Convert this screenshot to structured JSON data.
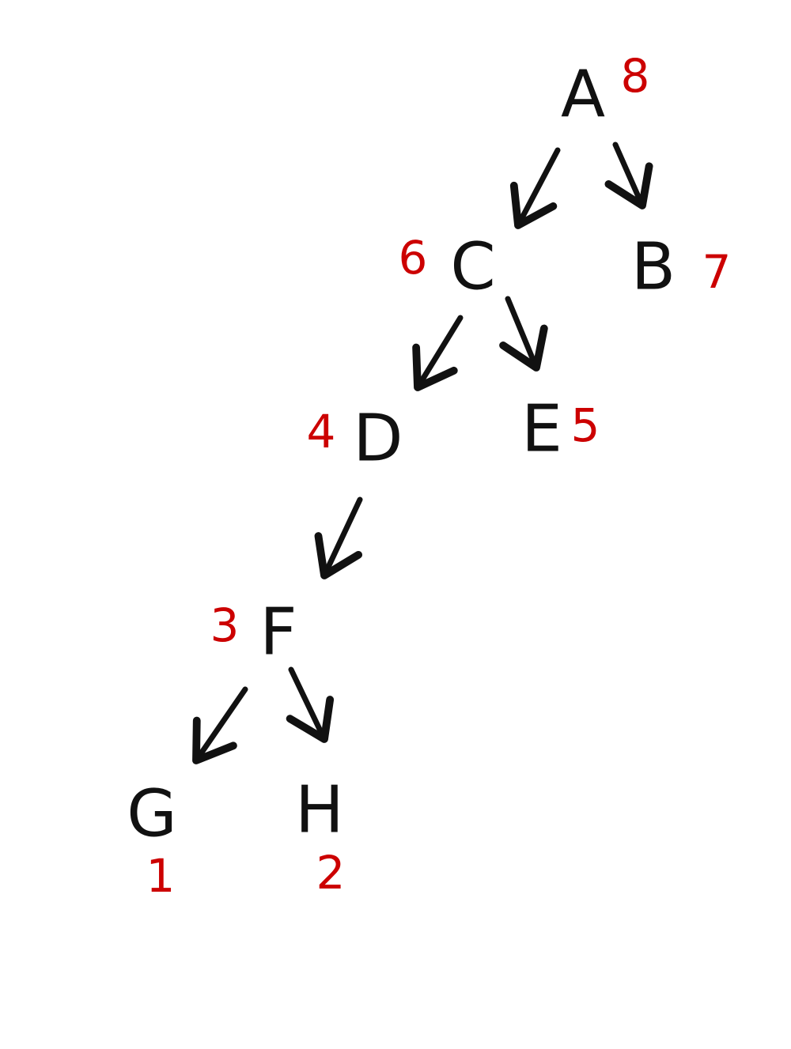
{
  "diagram": {
    "type": "tree",
    "root": "A",
    "colors": {
      "node_text": "#111111",
      "order_text": "#cc0000",
      "edge": "#111111",
      "background": "#ffffff"
    },
    "nodes": {
      "A": {
        "label": "A",
        "order": "8"
      },
      "B": {
        "label": "B",
        "order": "7"
      },
      "C": {
        "label": "C",
        "order": "6"
      },
      "D": {
        "label": "D",
        "order": "4"
      },
      "E": {
        "label": "E",
        "order": "5"
      },
      "F": {
        "label": "F",
        "order": "3"
      },
      "G": {
        "label": "G",
        "order": "1"
      },
      "H": {
        "label": "H",
        "order": "2"
      }
    },
    "edges": [
      {
        "from": "A",
        "to": "C"
      },
      {
        "from": "A",
        "to": "B"
      },
      {
        "from": "C",
        "to": "D"
      },
      {
        "from": "C",
        "to": "E"
      },
      {
        "from": "D",
        "to": "F"
      },
      {
        "from": "F",
        "to": "G"
      },
      {
        "from": "F",
        "to": "H"
      }
    ]
  }
}
